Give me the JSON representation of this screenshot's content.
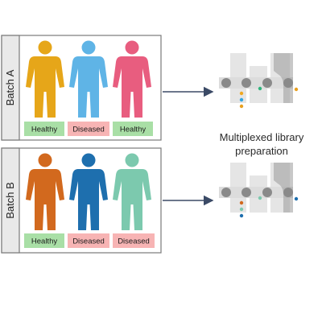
{
  "colors": {
    "healthy_badge": "#a9dfa6",
    "diseased_badge": "#f7b4b4",
    "panel_border": "#7a7a7a",
    "label_strip": "#e9e9e9",
    "chip": "#e5e5e5",
    "chip_dark": "#9a9a9a",
    "well": "#8a8a8a",
    "arrow": "#3b4a66"
  },
  "batches": [
    {
      "label": "Batch A",
      "people": [
        {
          "color": "#e6a619",
          "status": "Healthy",
          "status_type": "healthy"
        },
        {
          "color": "#5fb4e6",
          "status": "Diseased",
          "status_type": "diseased"
        },
        {
          "color": "#e85d7f",
          "status": "Healthy",
          "status_type": "healthy"
        }
      ],
      "dots": [
        "#f0a820",
        "#2fa4e0",
        "#e8a020",
        "#2fb47c",
        "#e8a020"
      ]
    },
    {
      "label": "Batch B",
      "people": [
        {
          "color": "#d2691e",
          "status": "Healthy",
          "status_type": "healthy"
        },
        {
          "color": "#1e6fae",
          "status": "Diseased",
          "status_type": "diseased"
        },
        {
          "color": "#7cc9ae",
          "status": "Diseased",
          "status_type": "diseased"
        }
      ],
      "dots": [
        "#d2691e",
        "#7cc9ae",
        "#1e6fae",
        "#7cc9ae",
        "#1e6fae"
      ]
    }
  ],
  "caption": {
    "line1": "Multiplexed library",
    "line2": "preparation"
  }
}
